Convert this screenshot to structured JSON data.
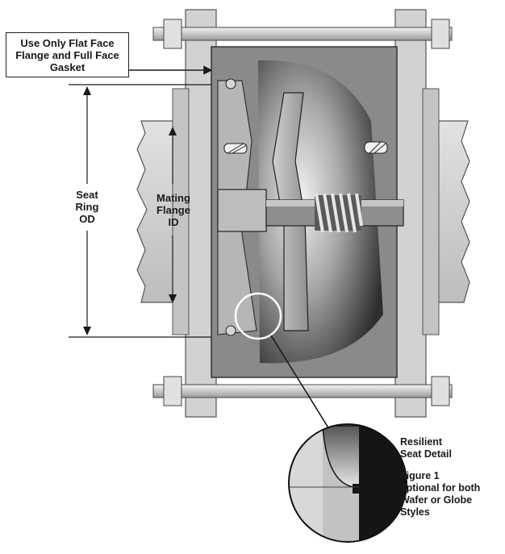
{
  "callout": {
    "line1": "Use Only Flat Face",
    "line2": "Flange and Full Face",
    "line3": "Gasket"
  },
  "seat_ring": {
    "line1": "Seat",
    "line2": "Ring",
    "line3": "OD"
  },
  "mating_flange": {
    "line1": "Mating",
    "line2": "Flange",
    "line3": "ID"
  },
  "detail": {
    "title1": "Resilient",
    "title2": "Seat Detail",
    "figure": "Figure 1",
    "desc1": "optional for both",
    "desc2": "Wafer or Globe",
    "desc3": "Styles"
  },
  "colors": {
    "body_dark": "#8a8a8a",
    "body_light": "#d4d4d4",
    "pipe": "#c8c8c8",
    "outline": "#1a1a1a"
  }
}
